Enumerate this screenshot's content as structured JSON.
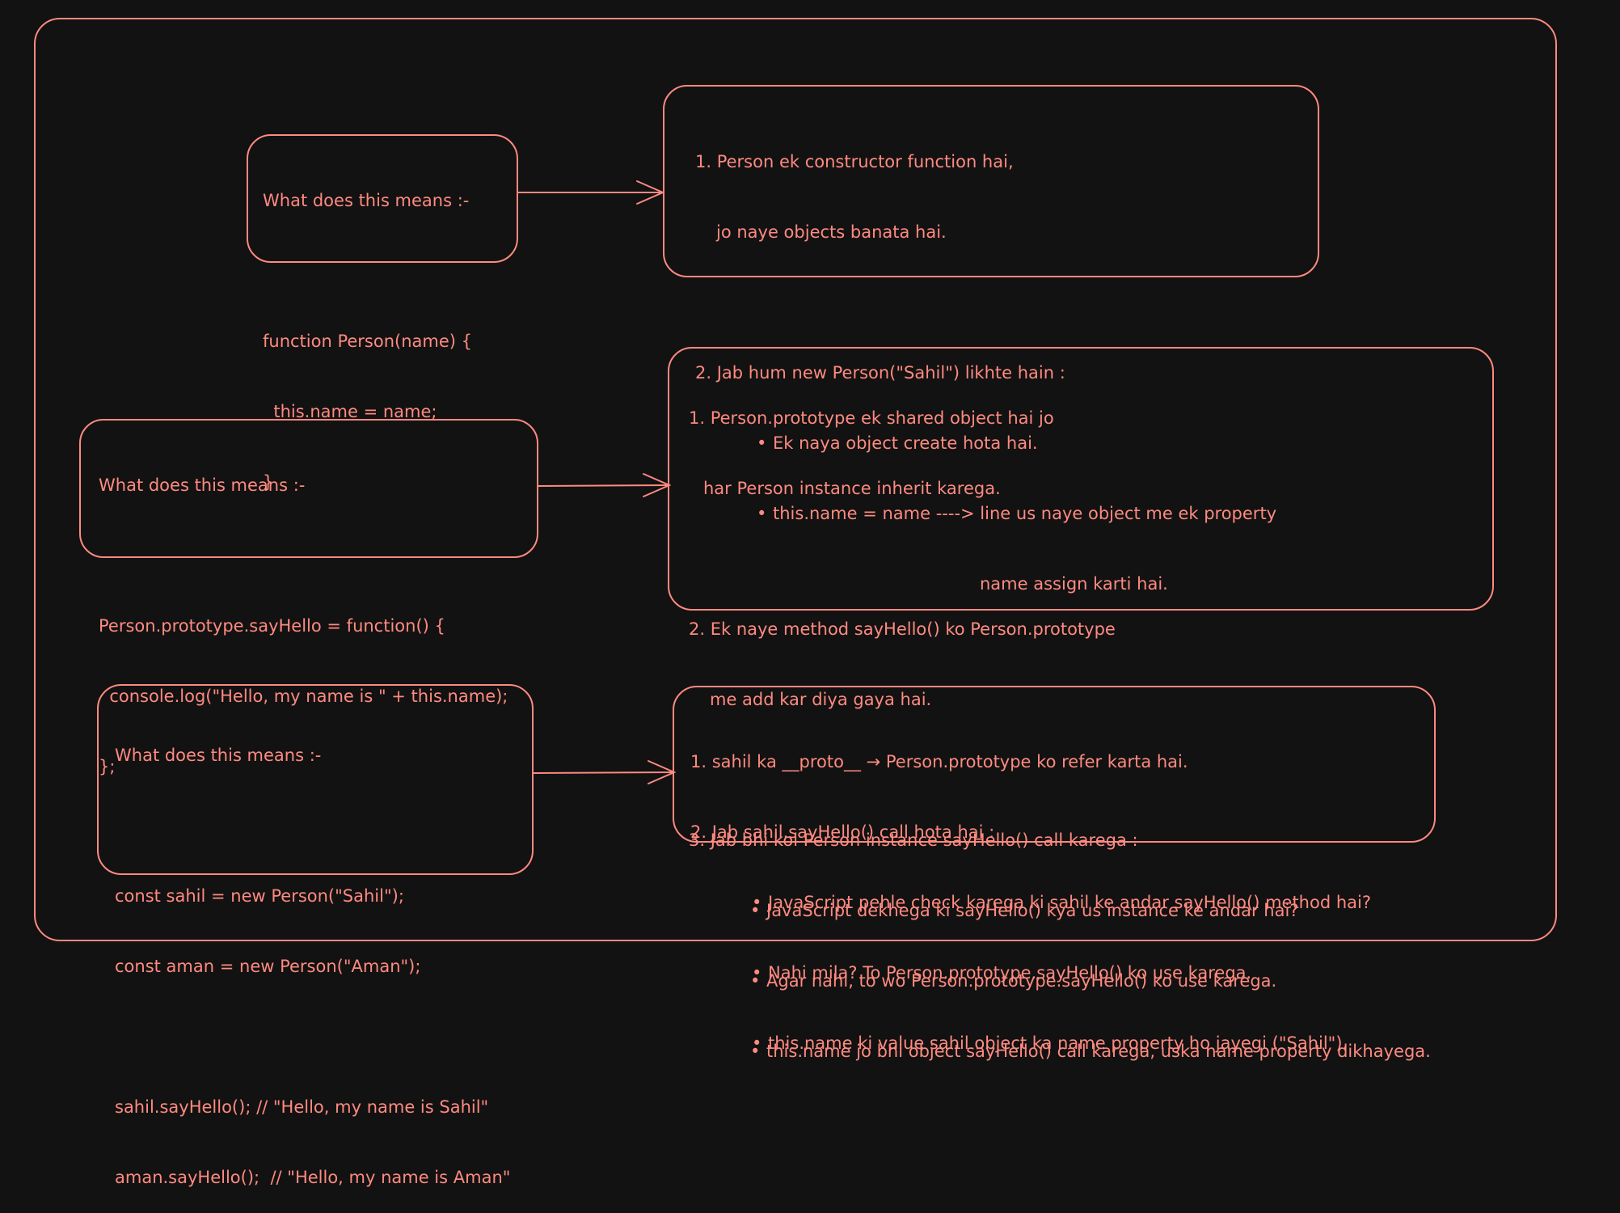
{
  "accent_color": "#ff8a80",
  "background_color": "#121212",
  "questions": [
    {
      "heading": "What does this means :-",
      "code": [
        "function Person(name) {",
        "  this.name = name;",
        "}"
      ]
    },
    {
      "heading": "What does this means :-",
      "code": [
        "Person.prototype.sayHello = function() {",
        "  console.log(\"Hello, my name is \" + this.name);",
        "};"
      ]
    },
    {
      "heading": "What does this means :-",
      "code": [
        "const sahil = new Person(\"Sahil\");",
        "const aman = new Person(\"Aman\");",
        "",
        "sahil.sayHello(); // \"Hello, my name is Sahil\"",
        "aman.sayHello();  // \"Hello, my name is Aman\""
      ]
    }
  ],
  "answers": [
    {
      "p1_line1": "1. Person ek constructor function hai,",
      "p1_line2": "jo naye objects banata hai.",
      "p2": "2. Jab hum new Person(\"Sahil\") likhte hain :",
      "bullet1": "Ek naya object create hota hai.",
      "bullet2": "this.name = name ----> line us naye object me ek property",
      "bullet2_cont": "name assign karti hai."
    },
    {
      "p1_line1": "1. Person.prototype ek shared object hai jo",
      "p1_line2": "har Person instance inherit karega.",
      "p2_line1": "2. Ek naye method sayHello() ko Person.prototype",
      "p2_line2": "me add kar diya gaya hai.",
      "p3": "3. Jab bhi koi Person instance sayHello() call karega :",
      "bullets": [
        "JavaScript dekhega ki sayHello() kya us instance ke andar hai?",
        "Agar nahi, to wo Person.prototype.sayHello() ko use karega.",
        "this.name jo bhi object sayHello() call karega, uska name property dikhayega."
      ]
    },
    {
      "p1": "1. sahil ka __proto__ → Person.prototype ko refer karta hai.",
      "p2": "2. Jab sahil.sayHello() call hota hai :",
      "bullets": [
        "JavaScript pehle check karega ki sahil ke andar sayHello() method hai?",
        "Nahi mila? To Person.prototype.sayHello() ko use karega.",
        "this.name ki value sahil object ka name property ho jayegi (\"Sahil\")."
      ]
    }
  ]
}
